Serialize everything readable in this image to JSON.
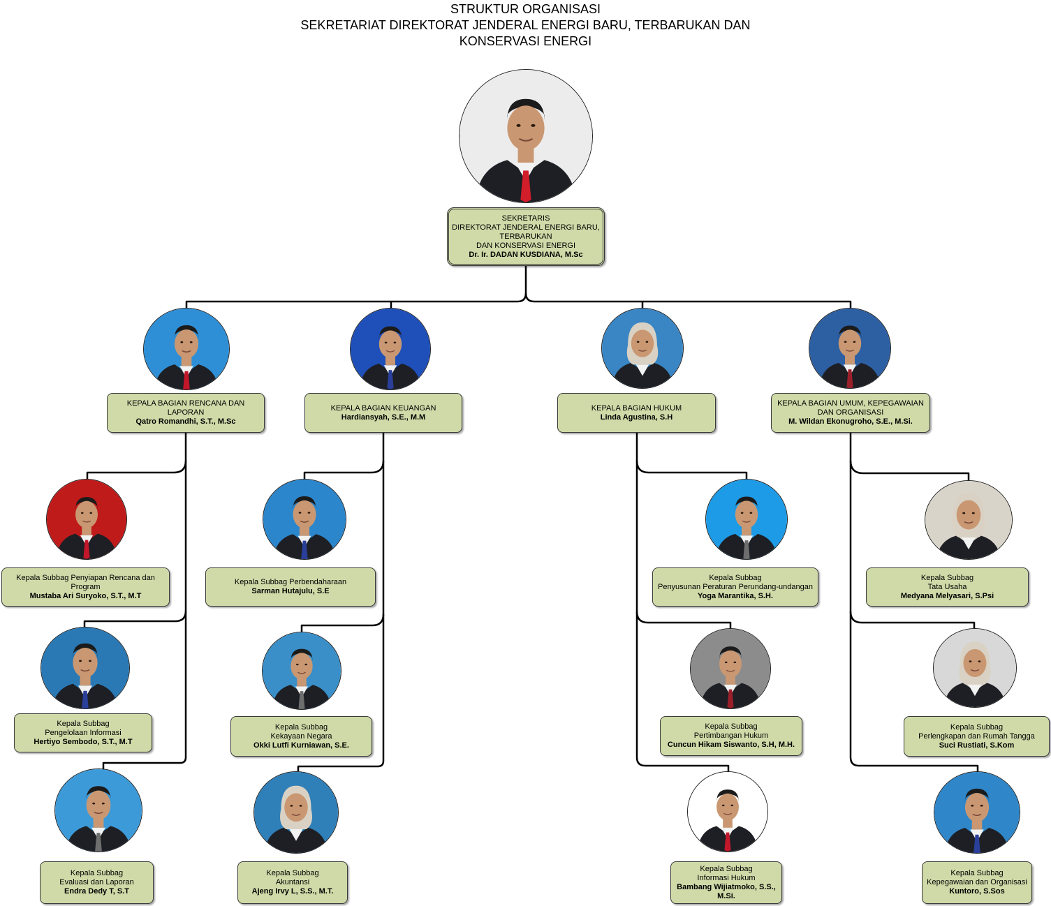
{
  "title": {
    "line1": "STRUKTUR ORGANISASI",
    "line2": "SEKRETARIAT DIREKTORAT JENDERAL ENERGI BARU, TERBARUKAN DAN",
    "line3": "KONSERVASI ENERGI"
  },
  "top": {
    "role": [
      "SEKRETARIS",
      "DIREKTORAT JENDERAL ENERGI BARU,",
      "TERBARUKAN",
      "DAN KONSERVASI ENERGI"
    ],
    "name": "Dr. Ir. DADAN KUSDIANA, M.Sc"
  },
  "heads": [
    {
      "role": [
        "KEPALA BAGIAN RENCANA DAN LAPORAN"
      ],
      "name": "Qatro Romandhi, S.T., M.Sc"
    },
    {
      "role": [
        "KEPALA BAGIAN KEUANGAN"
      ],
      "name": "Hardiansyah, S.E., M.M"
    },
    {
      "role": [
        "KEPALA BAGIAN HUKUM"
      ],
      "name": "Linda Agustina, S.H"
    },
    {
      "role": [
        "KEPALA BAGIAN UMUM, KEPEGAWAIAN",
        "DAN ORGANISASI"
      ],
      "name": "M. Wildan Ekonugroho, S.E., M.Si."
    }
  ],
  "subs": [
    [
      {
        "role": [
          "Kepala Subbag Penyiapan Rencana dan Program"
        ],
        "name": "Mustaba Ari Suryoko, S.T., M.T"
      },
      {
        "role": [
          "Kepala Subbag",
          "Pengelolaan Informasi"
        ],
        "name": "Hertiyo Sembodo, S.T., M.T"
      },
      {
        "role": [
          "Kepala Subbag",
          "Evaluasi dan Laporan"
        ],
        "name": "Endra Dedy T, S.T"
      }
    ],
    [
      {
        "role": [
          "Kepala Subbag Perbendaharaan"
        ],
        "name": "Sarman Hutajulu, S.E"
      },
      {
        "role": [
          "Kepala Subbag",
          "Kekayaan Negara"
        ],
        "name": "Okki Lutfi Kurniawan, S.E."
      },
      {
        "role": [
          "Kepala Subbag",
          "Akuntansi"
        ],
        "name": "Ajeng Irvy L, S.S., M.T."
      }
    ],
    [
      {
        "role": [
          "Kepala Subbag",
          "Penyusunan Peraturan Perundang-undangan"
        ],
        "name": "Yoga Marantika, S.H."
      },
      {
        "role": [
          "Kepala Subbag",
          "Pertimbangan Hukum"
        ],
        "name": "Cuncun Hikam Siswanto, S.H, M.H."
      },
      {
        "role": [
          "Kepala Subbag",
          "Informasi Hukum"
        ],
        "name": "Bambang Wijiatmoko, S.S., M.Si."
      }
    ],
    [
      {
        "role": [
          "Kepala Subbag",
          "Tata Usaha"
        ],
        "name": "Medyana Melyasari, S.Psi"
      },
      {
        "role": [
          "Kepala Subbag",
          "Perlengkapan dan Rumah Tangga"
        ],
        "name": "Suci Rustiati, S.Kom"
      },
      {
        "role": [
          "Kepala Subbag",
          "Kepegawaian dan Organisasi"
        ],
        "name": "Kuntoro, S.Sos"
      }
    ]
  ],
  "colors": {
    "box_fill": "#cfdaa8",
    "connector": "#000000",
    "photo_backgrounds": {
      "top": "#ececec",
      "heads": [
        "#2f8fd6",
        "#1f4fb8",
        "#3a86c4",
        "#2d5fa3"
      ],
      "subs": [
        [
          "#c01b1b",
          "#2a79b5",
          "#3d9ad9"
        ],
        [
          "#2b86cc",
          "#3a8fc9",
          "#2f7fb8"
        ],
        [
          "#1d9be6",
          "#8c8c8c",
          "#ffffff"
        ],
        [
          "#d9d4c9",
          "#d8d8d8",
          "#2f86c8"
        ]
      ]
    }
  },
  "icons": {
    "photo": "person-portrait-icon"
  }
}
